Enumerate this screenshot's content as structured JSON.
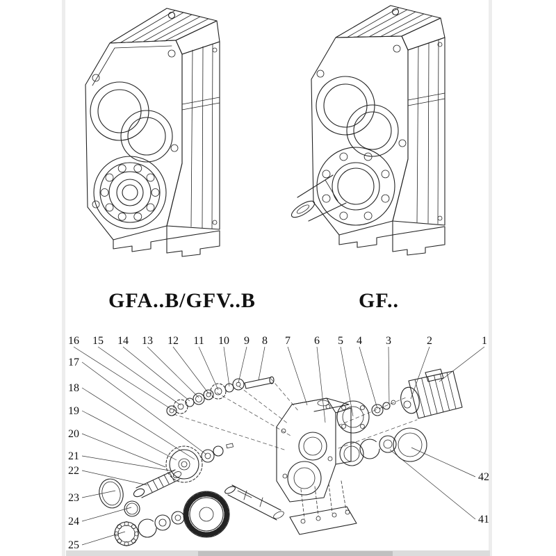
{
  "models": {
    "left_label": "GFA..B/GFV..B",
    "right_label": "GF.."
  },
  "exploded": {
    "callouts_top": [
      "16",
      "15",
      "14",
      "13",
      "12",
      "11",
      "10",
      "9",
      "8",
      "7",
      "6",
      "5",
      "4",
      "3",
      "2",
      "1"
    ],
    "callouts_left": [
      "17",
      "18",
      "19",
      "20",
      "21",
      "22",
      "23",
      "24",
      "25"
    ],
    "callouts_right": [
      "42",
      "41"
    ]
  },
  "colors": {
    "line": "#222222",
    "callout_text": "#111111",
    "page_shadow": "#c9c9c9"
  }
}
